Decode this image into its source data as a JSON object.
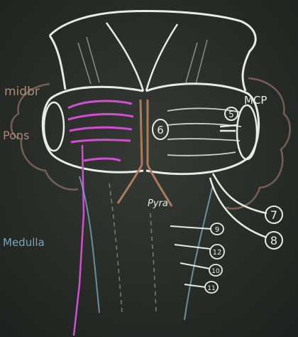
{
  "labels": {
    "midbrain": "midbr",
    "pons": "Pons",
    "medulla": "Medulla",
    "mcp": "MCP",
    "pyramid": "Pyra",
    "circle_6": "6",
    "circle_5": "5",
    "circle_7": "7",
    "circle_8": "8",
    "circle_9": "9",
    "circle_12": "12",
    "circle_10": "10",
    "circle_11": "11"
  },
  "colors": {
    "board": "#2a2e2a",
    "chalk_white": "#e9ece4",
    "chalk_magenta": "#d24fd0",
    "chalk_brown": "#b07a5a",
    "chalk_blue": "#7aa6bf"
  }
}
